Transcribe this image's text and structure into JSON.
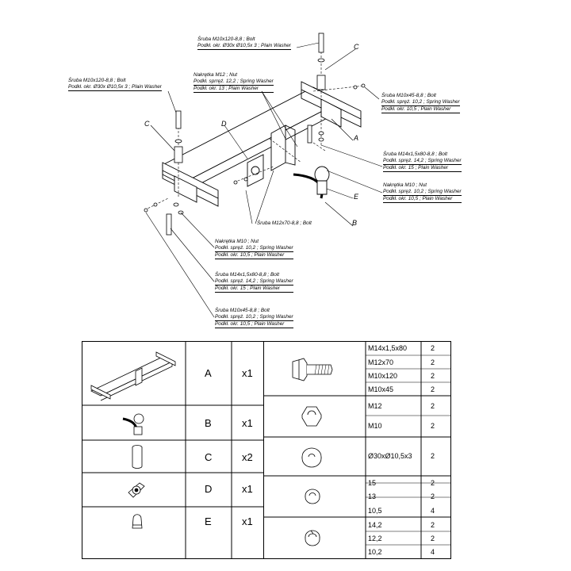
{
  "diagram": {
    "callouts": {
      "bolt_m10x120": [
        "Śruba M10x120-8,8 ; Bolt",
        "Podkł. okr. Ø30x Ø10,5x 3 ; Plain Washer"
      ],
      "bolt_m10x120_left": [
        "Śruba M10x120-8,8 ; Bolt",
        "Podkł. okr. Ø30x Ø10,5x 3 ; Plain Washer"
      ],
      "nut_m12": [
        "Nakrętka M12 ; Nut",
        "Podkł. sprręż. 12,2 ; Spring Washer",
        "Podkł. okr. 13 ; Plain Washer"
      ],
      "bolt_m10x45_right": [
        "Śruba M10x45-8,8 ; Bolt",
        "Podkł. spręż. 10,2 ; Spring Washer",
        "Podkł. okr. 10,5 ; Plain Washer"
      ],
      "bolt_m14_right": [
        "Śruba M14x1,5x80-8,8 ; Bolt",
        "Podkł. spręż. 14,2 ; Spring Washer",
        "Podkł. okr. 15 ; Plain Washer"
      ],
      "nut_m10_right": [
        "Nakrętka M10 ; Nut",
        "Podkł. spręż. 10,2 ; Spring Washer",
        "Podkł. okr. 10,5 ; Plain Washer"
      ],
      "bolt_m12x70": [
        "Śruba M12x70-8,8 ; Bolt"
      ],
      "nut_m10_bottom": [
        "Nakrętka M10 ; Nut",
        "Podkł. spręż. 10,2 ; Spring Washer",
        "Podkł. okr. 10,5 ; Plain Washer"
      ],
      "bolt_m14_bottom": [
        "Śruba M14x1,5x80-8,8 ; Bolt",
        "Podkł. spręż. 14,2 ; Spring Washer",
        "Podkł. okr. 15 ; Plain Washer"
      ],
      "bolt_m10x45_bottom": [
        "Śruba M10x45-8,8 ; Bolt",
        "Podkł. spręż. 10,2 ; Spring Washer",
        "Podkł. okr. 10,5 ; Plain Washer"
      ]
    },
    "part_labels": {
      "c_top": "C",
      "c_left": "C",
      "d": "D",
      "a": "A",
      "e": "E",
      "b": "B"
    }
  },
  "parts": [
    {
      "letter": "A",
      "qty": "x1",
      "icon": "crossbar-icon"
    },
    {
      "letter": "B",
      "qty": "x1",
      "icon": "ball-neck-icon"
    },
    {
      "letter": "C",
      "qty": "x2",
      "icon": "spacer-sleeve-icon"
    },
    {
      "letter": "D",
      "qty": "x1",
      "icon": "socket-plate-icon"
    },
    {
      "letter": "E",
      "qty": "x1",
      "icon": "ball-cap-icon"
    }
  ],
  "hardware": [
    {
      "icon": "bolt-icon",
      "items": [
        {
          "spec": "M14x1,5x80",
          "count": "2"
        },
        {
          "spec": "M12x70",
          "count": "2"
        },
        {
          "spec": "M10x120",
          "count": "2"
        },
        {
          "spec": "M10x45",
          "count": "2"
        }
      ]
    },
    {
      "icon": "nut-icon",
      "items": [
        {
          "spec": "M12",
          "count": "2"
        },
        {
          "spec": "M10",
          "count": "2"
        }
      ]
    },
    {
      "icon": "large-washer-icon",
      "items": [
        {
          "spec": "Ø30xØ10,5x3",
          "count": "2"
        }
      ]
    },
    {
      "icon": "plain-washer-icon",
      "items": [
        {
          "spec": "15",
          "count": "2"
        },
        {
          "spec": "13",
          "count": "2"
        },
        {
          "spec": "10,5",
          "count": "4"
        }
      ]
    },
    {
      "icon": "spring-washer-icon",
      "items": [
        {
          "spec": "14,2",
          "count": "2"
        },
        {
          "spec": "12,2",
          "count": "2"
        },
        {
          "spec": "10,2",
          "count": "4"
        }
      ]
    }
  ]
}
